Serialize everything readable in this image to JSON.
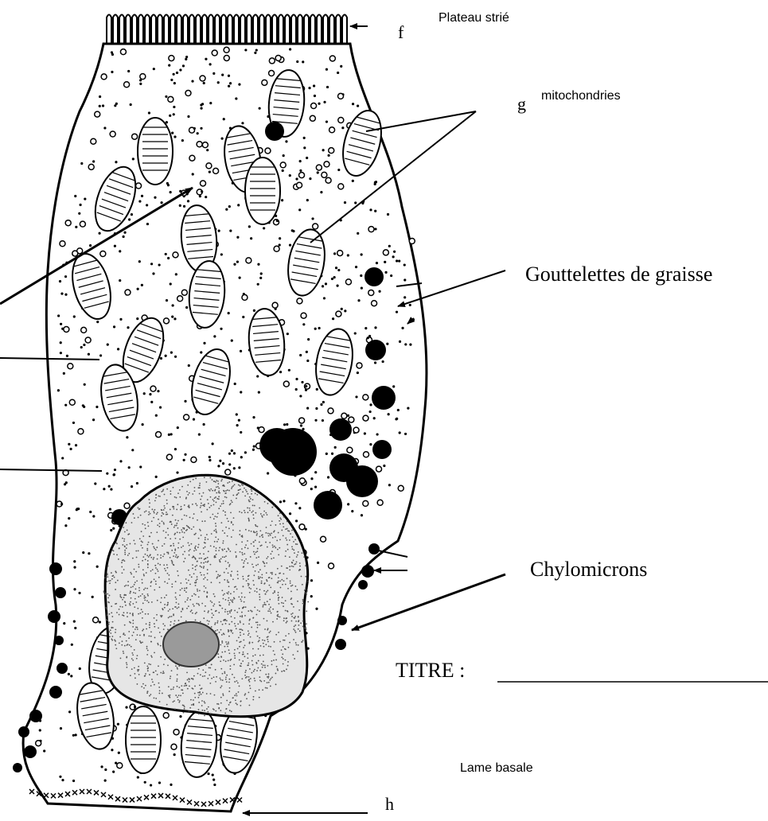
{
  "labels": {
    "plateau_strie": "Plateau strié",
    "f": "f",
    "g": "g",
    "mitochondries": "mitochondries",
    "gouttelettes": "Gouttelettes de graisse",
    "chylomicrons": "Chylomicrons",
    "titre": "TITRE :",
    "lame_basale": "Lame basale",
    "h": "h"
  },
  "colors": {
    "ink": "#000000",
    "background": "#ffffff"
  },
  "structures": [
    "microvilli",
    "mitochondria",
    "lipid-droplets",
    "nucleus",
    "nucleolus",
    "chylomicrons",
    "basal-lamina"
  ]
}
